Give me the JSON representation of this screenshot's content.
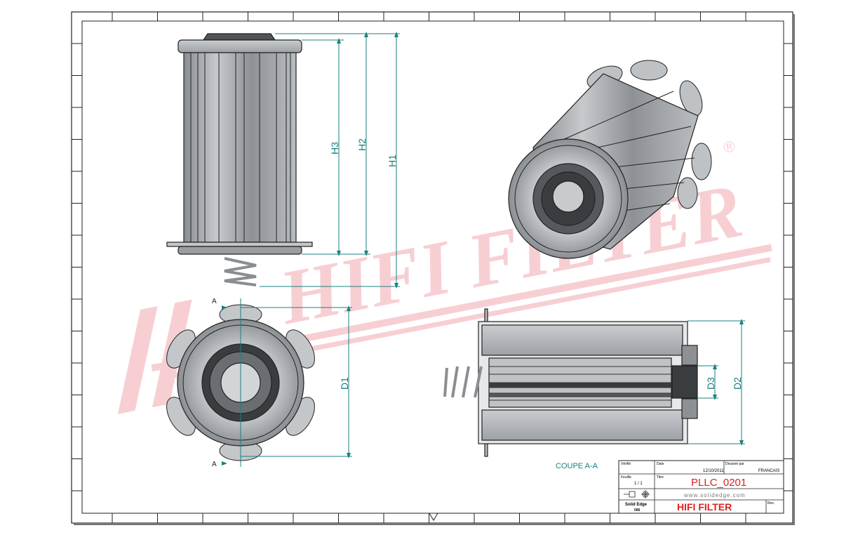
{
  "drawing": {
    "dimensions": {
      "h1": "H1",
      "h2": "H2",
      "h3": "H3",
      "d1": "D1",
      "d2": "D2",
      "d3": "D3"
    },
    "section_marker": "A",
    "section_label": "COUPE A-A",
    "watermark": "HIFI FILTER",
    "watermark_mark": "®"
  },
  "title_block": {
    "verified_label": "Vérifié",
    "date_label": "Date",
    "date_value": "12/10/2011",
    "drawn_by_label": "Dessiné par",
    "drawn_by_value": "FRANCAIS",
    "sheet_label": "Feuille",
    "sheet_value": "1 / 1",
    "title_label": "Titre",
    "part_number": "PLLC_0201",
    "website": "www.solidedge.com",
    "software": "Solid Edge",
    "software_code": "006",
    "company": "HIFI FILTER",
    "rev_label": "Rev."
  },
  "colors": {
    "dimension": "#1a8080",
    "title_red": "#e02020",
    "watermark": "#f6c8cc",
    "part_gray": "#a8acb0"
  }
}
